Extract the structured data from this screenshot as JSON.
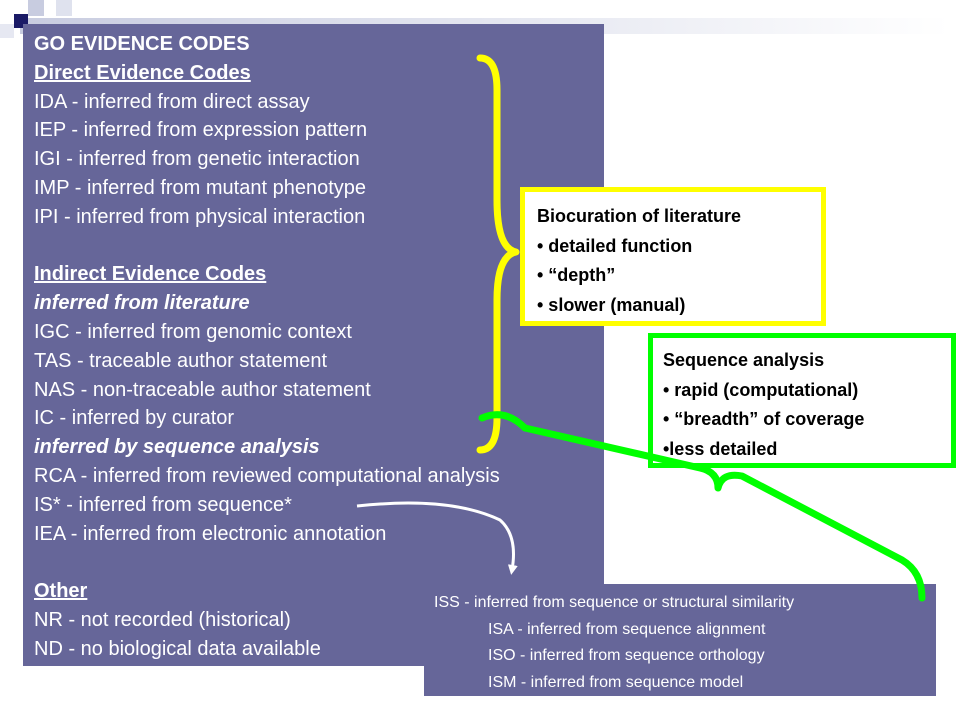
{
  "colors": {
    "panel": "#666699",
    "yellow_border": "#ffff00",
    "green_border": "#00ff00",
    "deco_square": "#1a1a66"
  },
  "main_panel": {
    "title": "GO EVIDENCE CODES",
    "direct_heading": "Direct Evidence Codes",
    "direct": [
      "IDA - inferred from direct assay",
      "IEP - inferred from expression pattern",
      "IGI - inferred from genetic interaction",
      "IMP - inferred from mutant phenotype",
      "IPI - inferred from physical interaction"
    ],
    "indirect_heading": "Indirect Evidence Codes",
    "literature_heading": "inferred from literature",
    "literature": [
      "IGC - inferred from genomic context",
      "TAS - traceable author statement",
      "NAS - non-traceable author statement",
      "IC - inferred by curator"
    ],
    "sequence_heading": "inferred by sequence analysis",
    "sequence": [
      "RCA - inferred from reviewed computational analysis",
      "IS* - inferred from sequence*",
      "IEA - inferred from electronic annotation"
    ],
    "other_heading": "Other",
    "other": [
      "NR - not recorded (historical)",
      "ND - no biological data available"
    ]
  },
  "biocuration_box": {
    "title": "Biocuration of literature",
    "items": [
      "• detailed function",
      "• “depth”",
      "• slower (manual)"
    ]
  },
  "sequence_box": {
    "title": "Sequence analysis",
    "items": [
      "• rapid (computational)",
      "• “breadth” of coverage",
      "•less detailed"
    ]
  },
  "iss_panel": {
    "header": "ISS - inferred from sequence or structural similarity",
    "items": [
      "ISA - inferred from sequence alignment",
      "ISO - inferred from sequence orthology",
      "ISM - inferred from sequence model"
    ]
  }
}
